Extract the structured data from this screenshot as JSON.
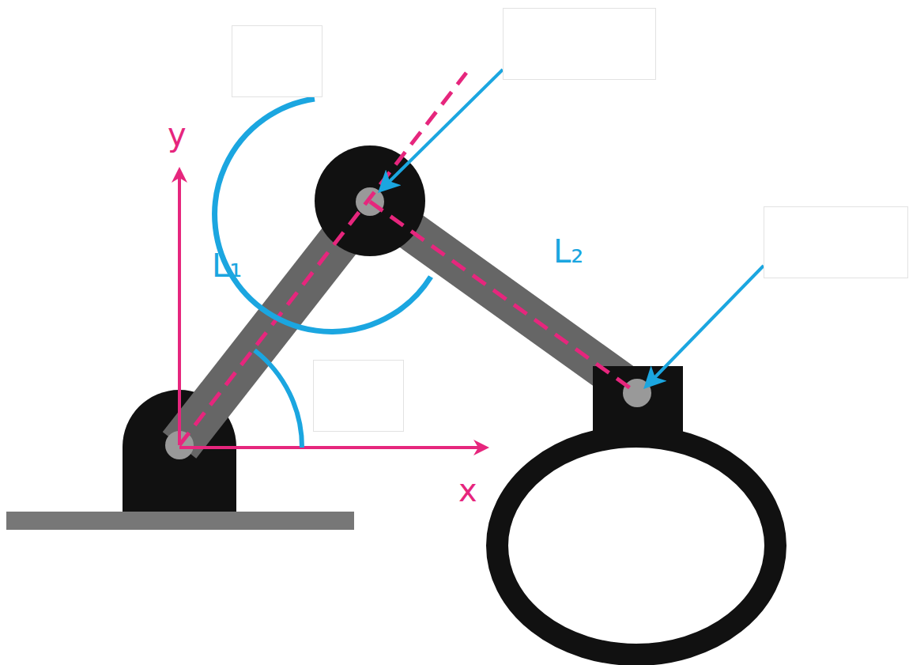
{
  "diagram": {
    "labels": [
      "y",
      "L₁",
      "L₂",
      "x"
    ]
  }
}
